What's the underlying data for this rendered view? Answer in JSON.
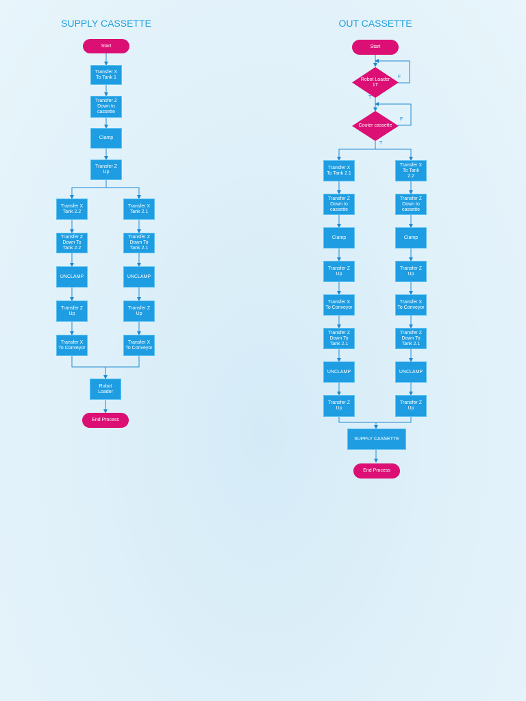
{
  "titles": {
    "supply": "SUPPLY CASSETTE",
    "out": "OUT CASSETTE"
  },
  "supply": {
    "start": "Start",
    "transfer_x_tank1": "Transfer X\nTo Tank 1",
    "transfer_z_down_cassette": "Transfer Z\nDown to\ncassette",
    "clamp": "Clamp",
    "transfer_z_up": "Transfer Z\nUp",
    "left": {
      "transfer_x_tank": "Transfer X\nTank 2.2",
      "transfer_z_down_tank": "Transfer Z\nDown To\nTank 2.2",
      "unclamp": "UNCLAMP",
      "transfer_z_up": "Transfer Z\nUp",
      "transfer_x_conveyor": "Transfer X\nTo Conveyor"
    },
    "right": {
      "transfer_x_tank": "Transfer X\nTank 2.1",
      "transfer_z_down_tank": "Transfer Z\nDown To\nTank 2.1",
      "unclamp": "UNCLAMP",
      "transfer_z_up": "Transfer Z\nUp",
      "transfer_x_conveyor": "Transfer X\nTo Conveyor"
    },
    "robot_loader": "Robot\nLoader",
    "end": "End Process"
  },
  "out": {
    "start": "Start",
    "decision_robot_loader": "Robot Loader\n1T",
    "decision_couter_cassette": "Couter cassette",
    "label_false": "F",
    "label_true": "T",
    "left": {
      "transfer_x_tank": "Transfer X\nTo Tank 2.1",
      "transfer_z_down_cassette": "Transfer Z\nDown to\ncassette",
      "clamp": "Clamp",
      "transfer_z_up": "Transfer Z\nUp",
      "transfer_x_conveyor": "Transfer X\nTo Conveyor",
      "transfer_z_down_tank": "Transfer Z\nDown To\nTank 2.1",
      "unclamp": "UNCLAMP",
      "transfer_z_up_2": "Transfer Z\nUp"
    },
    "right": {
      "transfer_x_tank": "Transfer X\nTo Tank\n2.2",
      "transfer_z_down_cassette": "Transfer Z\nDown to\ncassette",
      "clamp": "Clamp",
      "transfer_z_up": "Transfer Z\nUp",
      "transfer_x_conveyor": "Transfer X\nTo Conveyor",
      "transfer_z_down_tank": "Transfer Z\nDown To\nTank 2.1",
      "unclamp": "UNCLAMP",
      "transfer_z_up_2": "Transfer Z\nUp"
    },
    "supply_cassette": "SUPPLY CASSETTE",
    "end": "End Process"
  },
  "colors": {
    "process_fill": "#1e9de2",
    "terminal_fill": "#db0f74",
    "decision_fill": "#db0f74",
    "connector": "#1e88d2",
    "title": "#1f9fdc"
  }
}
